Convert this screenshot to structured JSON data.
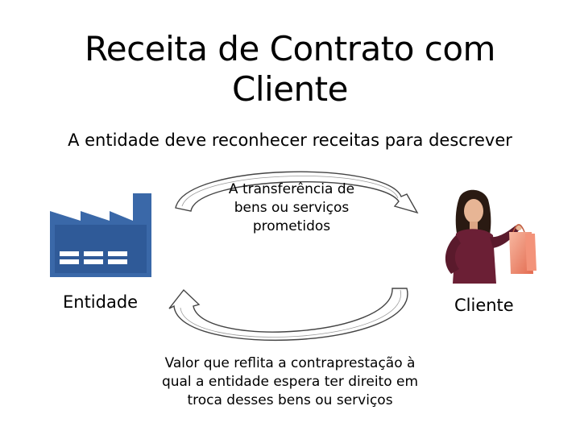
{
  "title": "Receita de Contrato com Cliente",
  "subtitle": "A entidade deve reconhecer receitas para descrever",
  "arrows": {
    "top_label": "A transferência de bens ou serviços prometidos",
    "bottom_label": "Valor que reflita a contraprestação à qual a entidade espera ter direito em troca desses bens ou serviços"
  },
  "entity": {
    "label": "Entidade",
    "icon": "factory-icon",
    "color": "#3a68a8"
  },
  "customer": {
    "label": "Cliente",
    "icon": "shopper-woman-icon"
  }
}
